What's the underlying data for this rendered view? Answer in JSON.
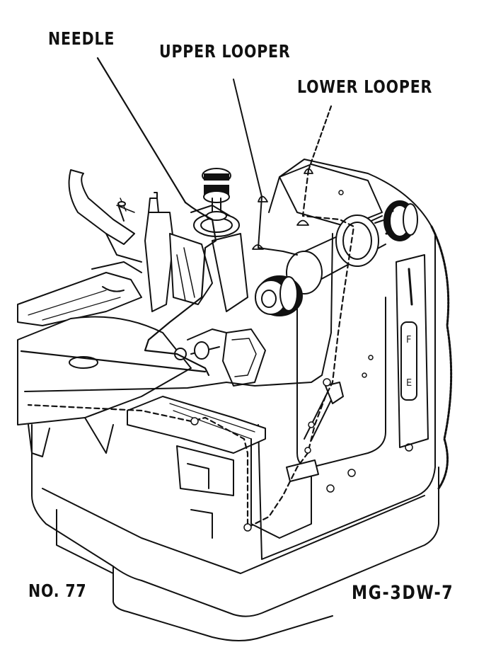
{
  "labels": {
    "needle": "NEEDLE",
    "upper_looper": "UPPER LOOPER",
    "lower_looper": "LOWER LOOPER",
    "figure_number": "NO. 77",
    "model": "MG-3DW-7"
  },
  "dial": {
    "top_mark": "F",
    "bottom_mark": "E"
  },
  "colors": {
    "ink": "#111111",
    "paper": "#ffffff",
    "shade": "#d9d9d9",
    "dark": "#1a1a1a"
  }
}
